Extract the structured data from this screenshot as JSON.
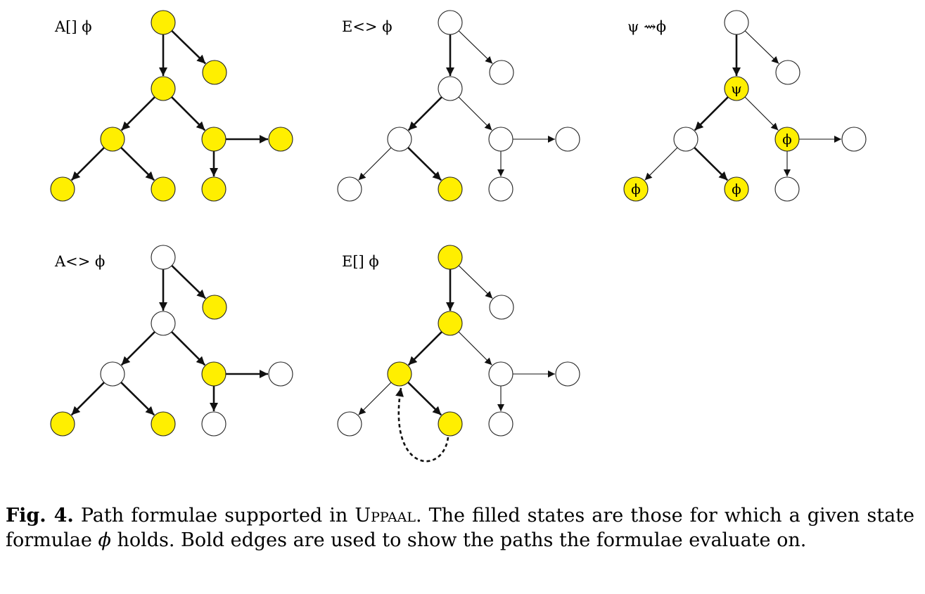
{
  "figure": {
    "colors": {
      "filled": "#ffef00",
      "empty": "#ffffff",
      "stroke": "#222222"
    },
    "panels": [
      {
        "id": "AG",
        "title": "A[]  ϕ",
        "filled": [
          0,
          1,
          2,
          3,
          4,
          5,
          6,
          7,
          8
        ],
        "bold": [
          "0-2",
          "0-1",
          "2-3",
          "2-4",
          "3-6",
          "3-7",
          "4-5",
          "4-8"
        ],
        "labels": {}
      },
      {
        "id": "EF",
        "title": "E<>  ϕ",
        "filled": [
          7
        ],
        "bold": [
          "0-2",
          "2-3",
          "3-7"
        ],
        "labels": {}
      },
      {
        "id": "LEADS",
        "title": "ψ  ⇝ϕ",
        "filled": [
          2,
          4,
          6,
          7
        ],
        "bold": [
          "0-2",
          "2-3",
          "3-7"
        ],
        "labels": {
          "2": "ψ",
          "4": "ϕ",
          "6": "ϕ",
          "7": "ϕ"
        }
      },
      {
        "id": "AF",
        "title": "A<>  ϕ",
        "filled": [
          1,
          4,
          6,
          7
        ],
        "bold": [
          "0-2",
          "0-1",
          "2-3",
          "2-4",
          "3-6",
          "3-7",
          "4-5",
          "4-8"
        ],
        "labels": {}
      },
      {
        "id": "EG",
        "title": "E[]  ϕ",
        "filled": [
          0,
          2,
          3,
          7
        ],
        "bold": [
          "0-2",
          "2-3",
          "3-7"
        ],
        "labels": {},
        "loop": true
      }
    ]
  },
  "caption": {
    "label": "Fig. 4.",
    "text_before": "Path formulae supported in ",
    "tool": "Uppaal",
    "text_middle": ". The filled states are those for which a given state formulae ",
    "symbol": "ϕ",
    "text_after": " holds. Bold edges are used to show the paths the formulae evaluate on."
  }
}
